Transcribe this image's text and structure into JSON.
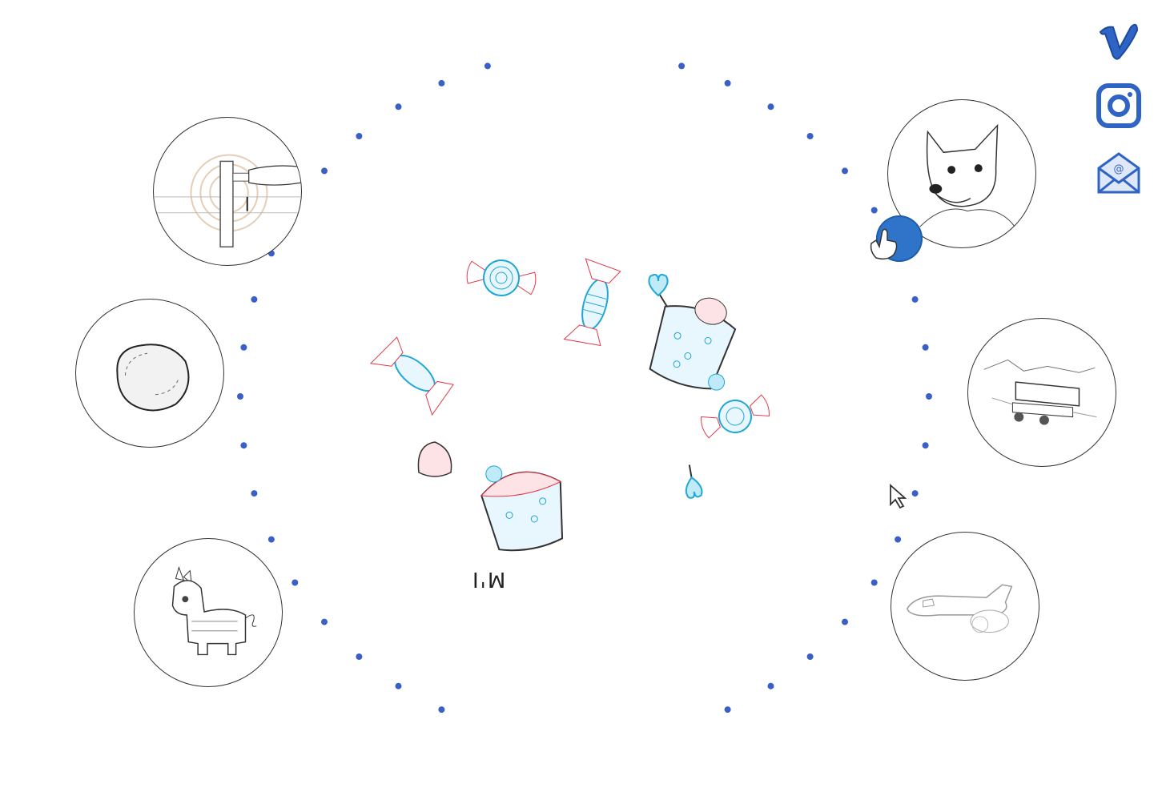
{
  "center": {
    "text": "I'M"
  },
  "colors": {
    "accent": "#2f64c4",
    "dots": "#3a5fc8",
    "candy_blue": "#1fa7d6",
    "candy_red": "#e23a4a"
  },
  "nav": [
    {
      "id": "hammer",
      "icon": "hammer-illustration"
    },
    {
      "id": "stone",
      "icon": "stone-illustration"
    },
    {
      "id": "pinata",
      "icon": "unicorn-pinata-illustration"
    },
    {
      "id": "wolf",
      "icon": "wolf-illustration"
    },
    {
      "id": "bench",
      "icon": "bench-cart-illustration"
    },
    {
      "id": "plane",
      "icon": "airplane-illustration"
    }
  ],
  "social": [
    {
      "id": "vimeo",
      "icon": "vimeo-icon"
    },
    {
      "id": "instagram",
      "icon": "instagram-icon"
    },
    {
      "id": "email",
      "icon": "email-envelope-icon"
    }
  ]
}
